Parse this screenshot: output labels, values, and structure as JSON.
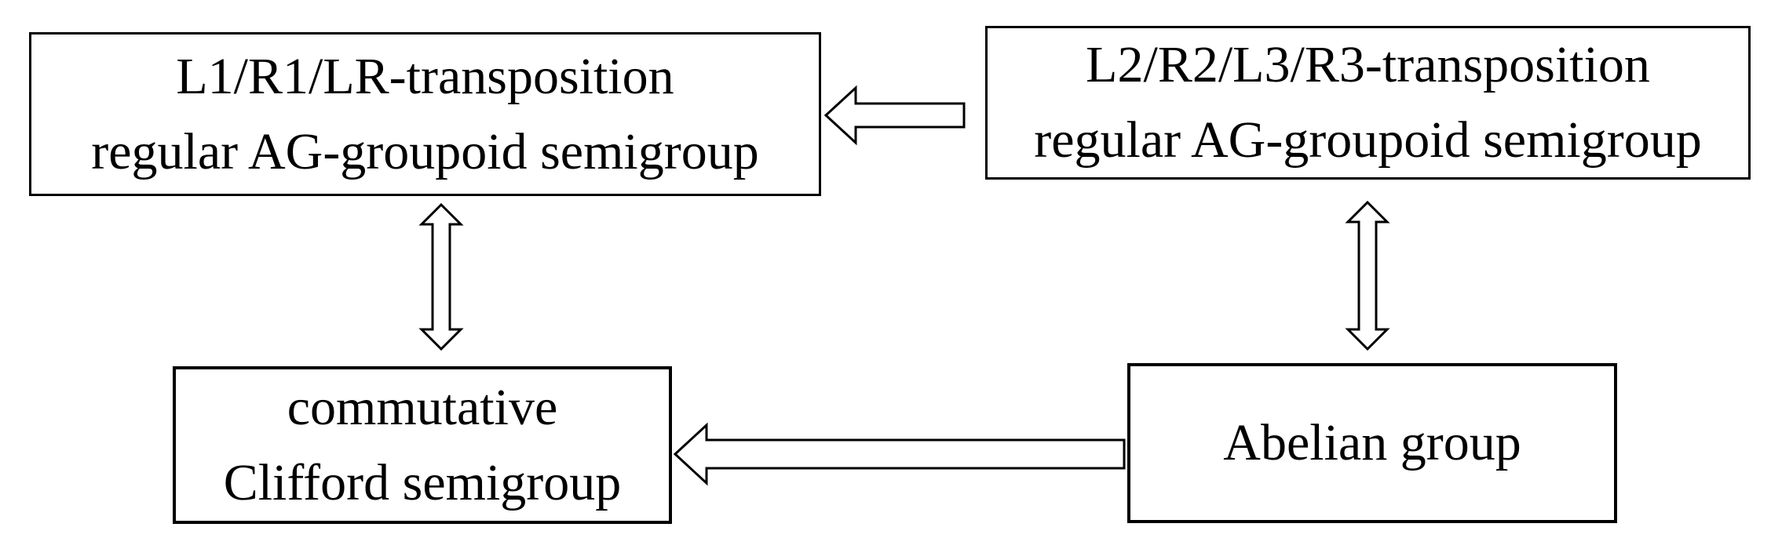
{
  "diagram": {
    "background_color": "#ffffff",
    "line_color": "#000000",
    "text_color": "#000000",
    "nodes": {
      "top_left": {
        "line1": "L1/R1/LR-transposition",
        "line2": "regular AG-groupoid semigroup"
      },
      "top_right": {
        "line1": "L2/R2/L3/R3-transposition",
        "line2": "regular AG-groupoid semigroup"
      },
      "bottom_left": {
        "line1": "commutative",
        "line2": "Clifford semigroup"
      },
      "bottom_right": {
        "line1": "Abelian group"
      }
    },
    "edges": [
      {
        "from": "top_right",
        "to": "top_left",
        "style": "hollow-outline-arrow",
        "heads": "single",
        "direction": "points-left"
      },
      {
        "from": "bottom_right",
        "to": "bottom_left",
        "style": "hollow-outline-arrow",
        "heads": "single",
        "direction": "points-left"
      },
      {
        "from": "top_left",
        "to": "bottom_left",
        "style": "hollow-outline-arrow",
        "heads": "double",
        "direction": "vertical-both"
      },
      {
        "from": "top_right",
        "to": "bottom_right",
        "style": "hollow-outline-arrow",
        "heads": "double",
        "direction": "vertical-both"
      }
    ]
  }
}
